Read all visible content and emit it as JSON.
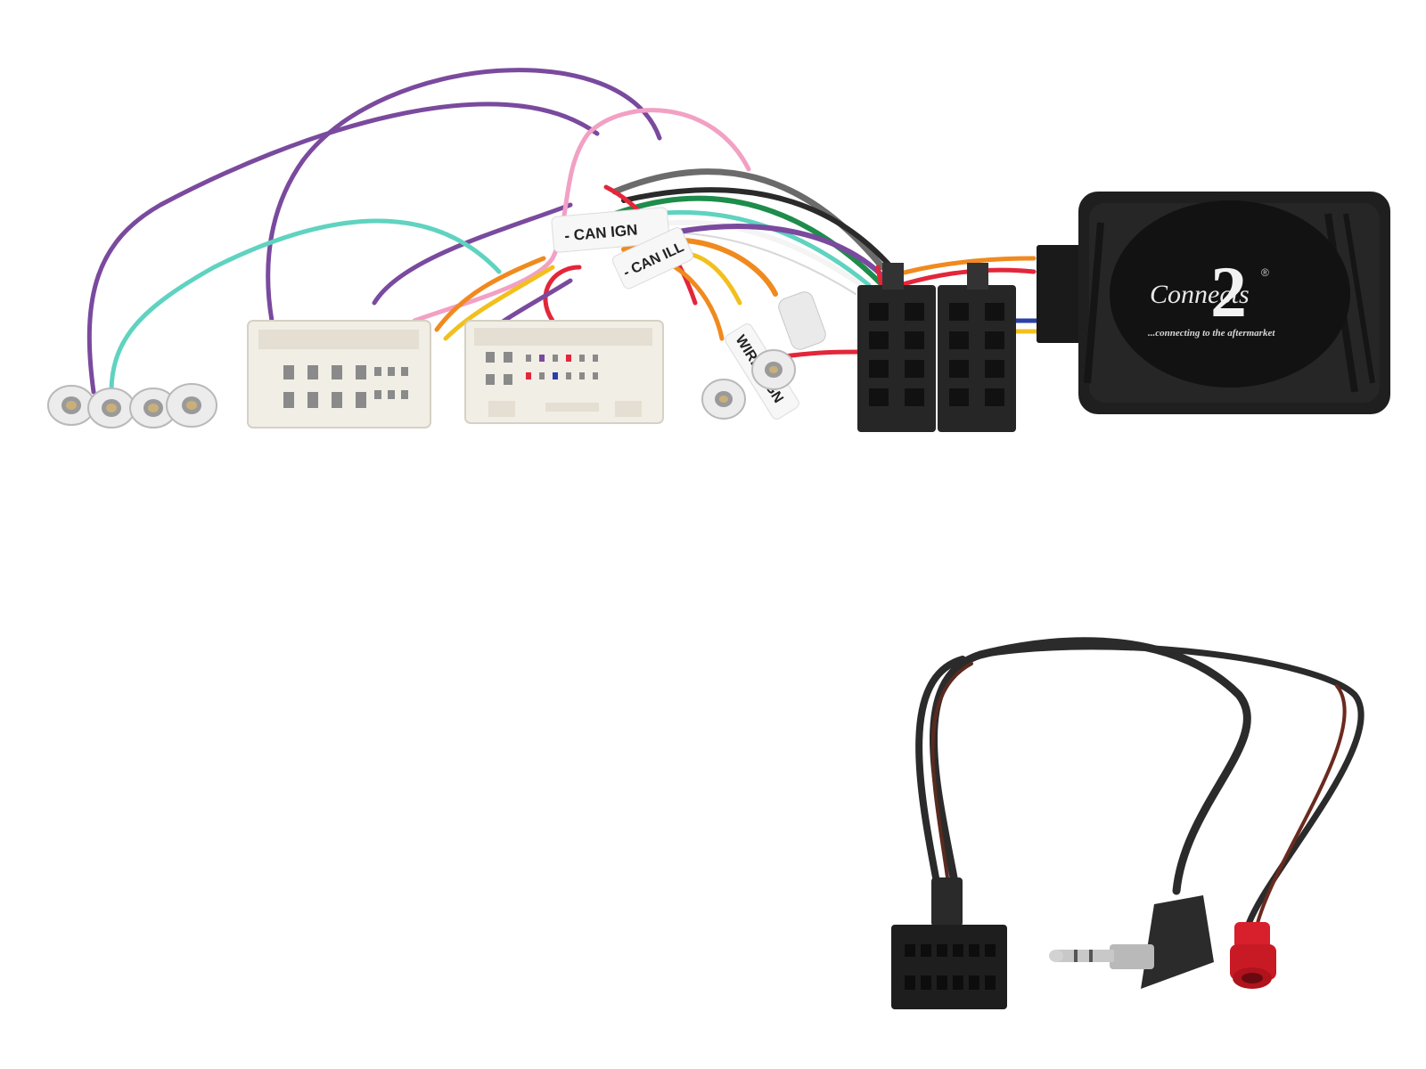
{
  "image": {
    "description_free": true,
    "palette": {
      "background": "#ffffff",
      "wire_purple": "#7a4a9e",
      "wire_teal": "#5fd3c0",
      "wire_pink": "#f2a0c4",
      "wire_red": "#e3263a",
      "wire_orange": "#f08a1e",
      "wire_yellow": "#f2c01e",
      "wire_green": "#1e8c4a",
      "wire_white": "#f4f4f4",
      "wire_grey": "#6b6b6b",
      "wire_black": "#2a2a2a",
      "wire_blue": "#2a3fa8",
      "wire_brown": "#6b2a1e",
      "connector_white": "#f1eee6",
      "connector_black": "#262626",
      "module_body": "#1f1f1f",
      "plug_red": "#d8202c"
    }
  },
  "labels": {
    "can_ign": "- CAN IGN",
    "can_ill": "- CAN ILL",
    "wired_ign": "WIRED IGN"
  },
  "module": {
    "brand_name": "Connects",
    "brand_number": "2",
    "registered_mark": "®",
    "tagline": "...connecting to the aftermarket"
  },
  "icons": {
    "module": "interface-module-icon",
    "iso_plug": "iso-connector-icon",
    "jack": "jack-3-5mm-icon",
    "antenna_plug": "antenna-plug-icon"
  }
}
